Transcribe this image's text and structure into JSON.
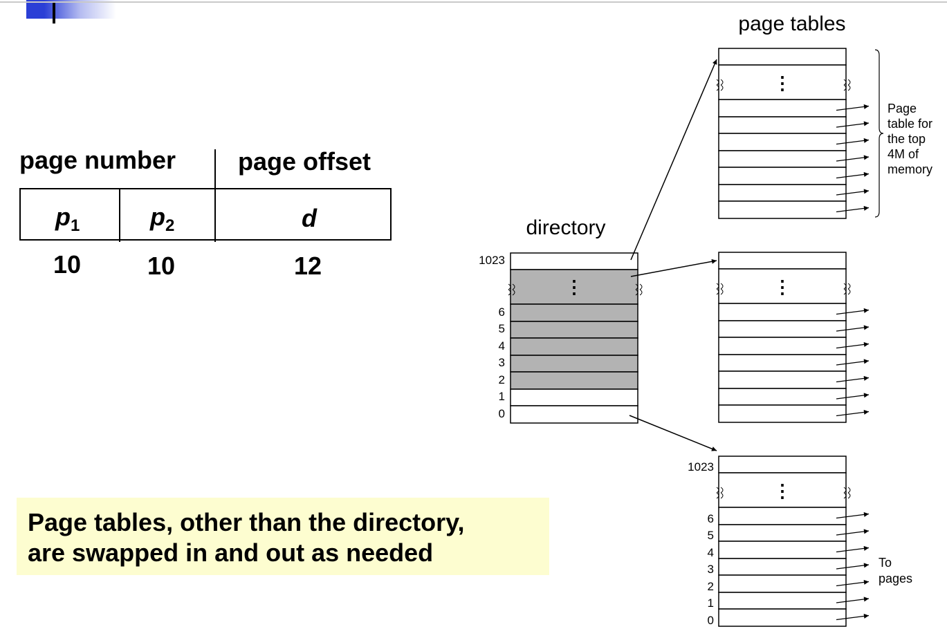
{
  "address_format": {
    "page_number_label": "page number",
    "page_offset_label": "page offset",
    "fields": [
      {
        "symbol": "p",
        "subscript": "1",
        "bits": "10"
      },
      {
        "symbol": "p",
        "subscript": "2",
        "bits": "10"
      },
      {
        "symbol": "d",
        "subscript": "",
        "bits": "12"
      }
    ]
  },
  "note": {
    "line1": "Page tables, other than the directory,",
    "line2": "are swapped in and out as needed"
  },
  "diagram": {
    "page_tables_title": "page tables",
    "directory_title": "directory",
    "directory_labels": [
      "1023",
      "6",
      "5",
      "4",
      "3",
      "2",
      "1",
      "0"
    ],
    "bottom_table_labels": [
      "1023",
      "6",
      "5",
      "4",
      "3",
      "2",
      "1",
      "0"
    ],
    "ellipsis": "⋮",
    "top_brace_label": [
      "Page",
      "table for",
      "the top",
      "4M of",
      "memory"
    ],
    "to_pages_label": [
      "To",
      "pages"
    ],
    "colors": {
      "shaded": "#b3b3b3",
      "line": "#000000"
    }
  }
}
